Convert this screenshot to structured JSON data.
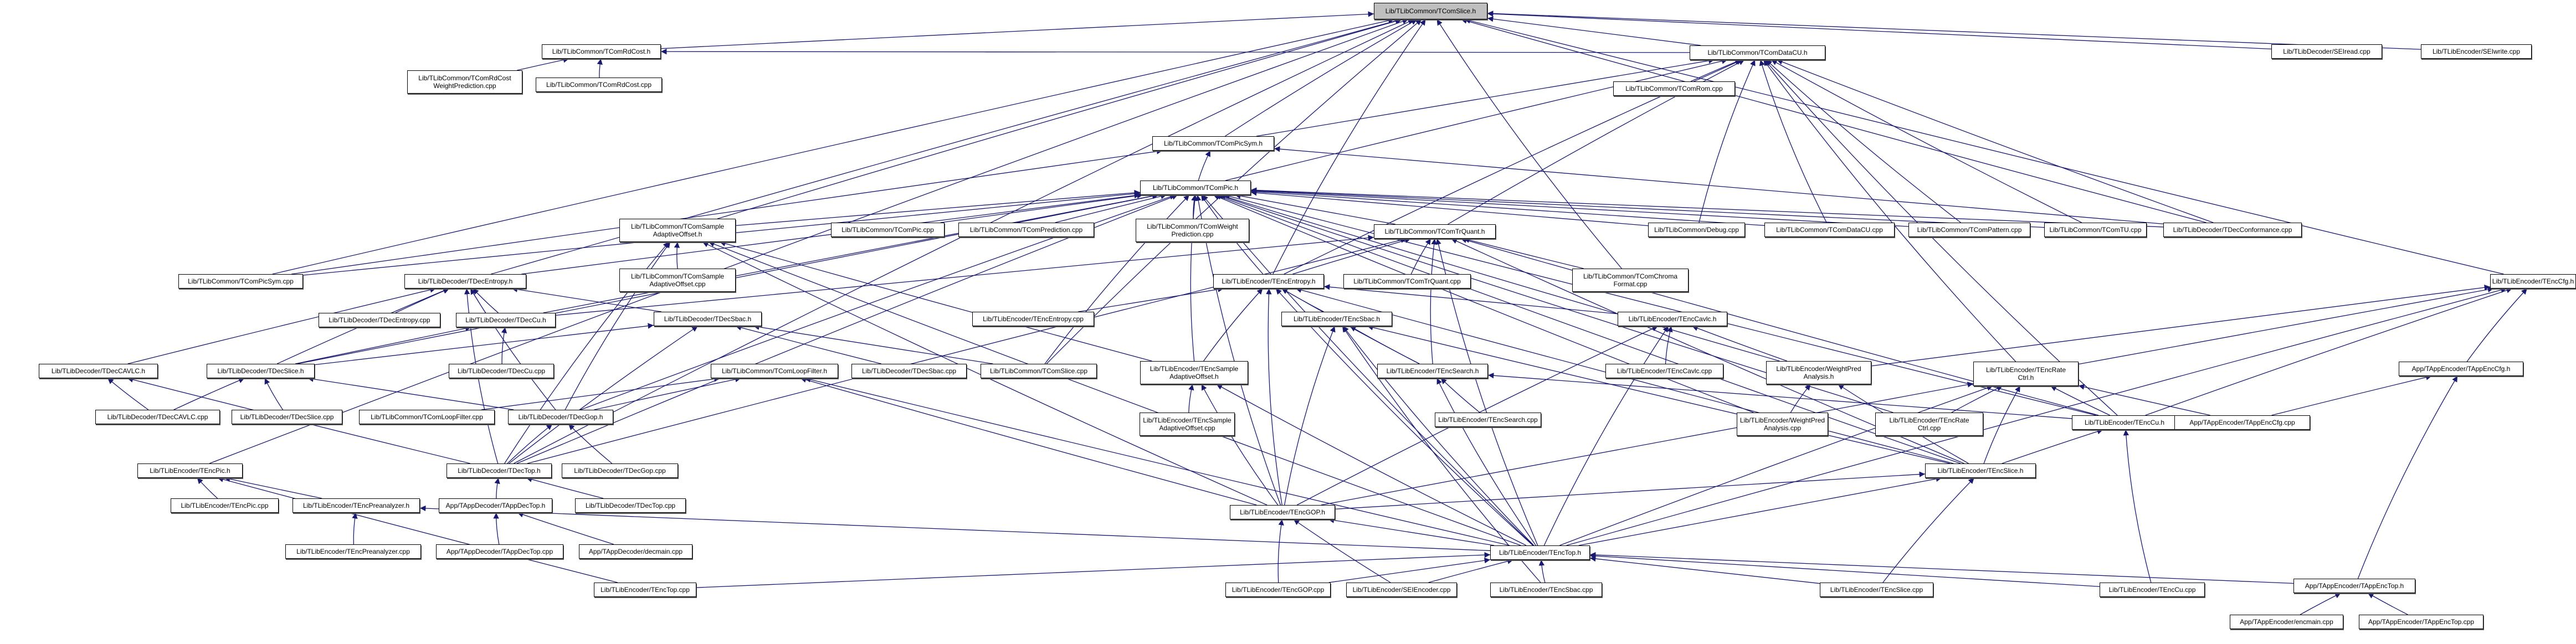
{
  "diagram": {
    "type": "include-dependency-graph",
    "edge_color": "#191970",
    "root_fill": "#bfbfbf",
    "node_fill": "#ffffff",
    "root": "Lib/TLibCommon/TComSlice.h",
    "nodes": [
      {
        "id": "n0",
        "label": "Lib/TLibCommon/TComSlice.h",
        "root": true
      },
      {
        "id": "n1",
        "label": "Lib/TLibCommon/TComRdCost.h"
      },
      {
        "id": "n2",
        "label": "Lib/TLibCommon/TComRdCost\nWeightPrediction.cpp"
      },
      {
        "id": "n3",
        "label": "Lib/TLibCommon/TComRdCost.cpp"
      },
      {
        "id": "n4",
        "label": "Lib/TLibDecoder/SEIread.cpp"
      },
      {
        "id": "n5",
        "label": "Lib/TLibEncoder/SEIwrite.cpp"
      },
      {
        "id": "n6",
        "label": "Lib/TLibCommon/TComDataCU.h"
      },
      {
        "id": "n7",
        "label": "Lib/TLibCommon/TComRom.cpp"
      },
      {
        "id": "n8",
        "label": "Lib/TLibCommon/TComPicSym.h"
      },
      {
        "id": "n9",
        "label": "Lib/TLibCommon/TComPic.h"
      },
      {
        "id": "n10",
        "label": "Lib/TLibCommon/TComSample\nAdaptiveOffset.h"
      },
      {
        "id": "n11",
        "label": "Lib/TLibCommon/TComPic.cpp"
      },
      {
        "id": "n12",
        "label": "Lib/TLibCommon/TComPrediction.cpp"
      },
      {
        "id": "n13",
        "label": "Lib/TLibCommon/TComWeight\nPrediction.cpp"
      },
      {
        "id": "n14",
        "label": "Lib/TLibCommon/TComTrQuant.h"
      },
      {
        "id": "n15",
        "label": "Lib/TLibCommon/Debug.cpp"
      },
      {
        "id": "n16",
        "label": "Lib/TLibCommon/TComDataCU.cpp"
      },
      {
        "id": "n17",
        "label": "Lib/TLibCommon/TComPattern.cpp"
      },
      {
        "id": "n18",
        "label": "Lib/TLibCommon/TComTU.cpp"
      },
      {
        "id": "n19",
        "label": "Lib/TLibDecoder/TDecConformance.cpp"
      },
      {
        "id": "n20",
        "label": "Lib/TLibCommon/TComPicSym.cpp"
      },
      {
        "id": "n21",
        "label": "Lib/TLibDecoder/TDecEntropy.h"
      },
      {
        "id": "n22",
        "label": "Lib/TLibCommon/TComSample\nAdaptiveOffset.cpp"
      },
      {
        "id": "n23",
        "label": "Lib/TLibEncoder/TEncEntropy.h"
      },
      {
        "id": "n24",
        "label": "Lib/TLibCommon/TComTrQuant.cpp"
      },
      {
        "id": "n25",
        "label": "Lib/TLibCommon/TComChroma\nFormat.cpp"
      },
      {
        "id": "n26",
        "label": "Lib/TLibEncoder/TEncCfg.h"
      },
      {
        "id": "n27",
        "label": "Lib/TLibDecoder/TDecEntropy.cpp"
      },
      {
        "id": "n28",
        "label": "Lib/TLibDecoder/TDecCu.h"
      },
      {
        "id": "n29",
        "label": "Lib/TLibDecoder/TDecSbac.h"
      },
      {
        "id": "n30",
        "label": "Lib/TLibEncoder/TEncEntropy.cpp"
      },
      {
        "id": "n31",
        "label": "Lib/TLibEncoder/TEncSbac.h"
      },
      {
        "id": "n32",
        "label": "Lib/TLibEncoder/TEncCavlc.h"
      },
      {
        "id": "n33",
        "label": "Lib/TLibEncoder/TEncRate\nCtrl.h"
      },
      {
        "id": "n34",
        "label": "App/TAppEncoder/TAppEncCfg.h"
      },
      {
        "id": "n35",
        "label": "Lib/TLibDecoder/TDecCAVLC.h"
      },
      {
        "id": "n36",
        "label": "Lib/TLibDecoder/TDecSlice.h"
      },
      {
        "id": "n37",
        "label": "Lib/TLibDecoder/TDecCu.cpp"
      },
      {
        "id": "n38",
        "label": "Lib/TLibCommon/TComLoopFilter.h"
      },
      {
        "id": "n39",
        "label": "Lib/TLibDecoder/TDecSbac.cpp"
      },
      {
        "id": "n40",
        "label": "Lib/TLibCommon/TComSlice.cpp"
      },
      {
        "id": "n41",
        "label": "Lib/TLibEncoder/TEncSample\nAdaptiveOffset.h"
      },
      {
        "id": "n42",
        "label": "Lib/TLibEncoder/TEncSearch.h"
      },
      {
        "id": "n43",
        "label": "Lib/TLibEncoder/TEncCavlc.cpp"
      },
      {
        "id": "n44",
        "label": "Lib/TLibEncoder/WeightPred\nAnalysis.h"
      },
      {
        "id": "n45",
        "label": "Lib/TLibDecoder/TDecCAVLC.cpp"
      },
      {
        "id": "n46",
        "label": "Lib/TLibDecoder/TDecSlice.cpp"
      },
      {
        "id": "n47",
        "label": "Lib/TLibCommon/TComLoopFilter.cpp"
      },
      {
        "id": "n48",
        "label": "Lib/TLibDecoder/TDecGop.h"
      },
      {
        "id": "n49",
        "label": "Lib/TLibEncoder/TEncSample\nAdaptiveOffset.cpp"
      },
      {
        "id": "n50",
        "label": "Lib/TLibEncoder/TEncSearch.cpp"
      },
      {
        "id": "n51",
        "label": "Lib/TLibEncoder/WeightPred\nAnalysis.cpp"
      },
      {
        "id": "n52",
        "label": "Lib/TLibEncoder/TEncRate\nCtrl.cpp"
      },
      {
        "id": "n53",
        "label": "Lib/TLibEncoder/TEncCu.h"
      },
      {
        "id": "n54",
        "label": "App/TAppEncoder/TAppEncCfg.cpp"
      },
      {
        "id": "n55",
        "label": "Lib/TLibEncoder/TEncPic.h"
      },
      {
        "id": "n56",
        "label": "Lib/TLibDecoder/TDecTop.h"
      },
      {
        "id": "n57",
        "label": "Lib/TLibDecoder/TDecGop.cpp"
      },
      {
        "id": "n58",
        "label": "Lib/TLibEncoder/TEncSlice.h"
      },
      {
        "id": "n59",
        "label": "Lib/TLibEncoder/TEncPic.cpp"
      },
      {
        "id": "n60",
        "label": "Lib/TLibEncoder/TEncPreanalyzer.h"
      },
      {
        "id": "n61",
        "label": "App/TAppDecoder/TAppDecTop.h"
      },
      {
        "id": "n62",
        "label": "Lib/TLibDecoder/TDecTop.cpp"
      },
      {
        "id": "n63",
        "label": "Lib/TLibEncoder/TEncGOP.h"
      },
      {
        "id": "n64",
        "label": "Lib/TLibEncoder/TEncPreanalyzer.cpp"
      },
      {
        "id": "n65",
        "label": "App/TAppDecoder/TAppDecTop.cpp"
      },
      {
        "id": "n66",
        "label": "App/TAppDecoder/decmain.cpp"
      },
      {
        "id": "n67",
        "label": "Lib/TLibEncoder/TEncTop.h"
      },
      {
        "id": "n68",
        "label": "Lib/TLibEncoder/TEncTop.cpp"
      },
      {
        "id": "n69",
        "label": "Lib/TLibEncoder/TEncGOP.cpp"
      },
      {
        "id": "n70",
        "label": "Lib/TLibEncoder/SEIEncoder.cpp"
      },
      {
        "id": "n71",
        "label": "Lib/TLibEncoder/TEncSbac.cpp"
      },
      {
        "id": "n72",
        "label": "Lib/TLibEncoder/TEncSlice.cpp"
      },
      {
        "id": "n73",
        "label": "Lib/TLibEncoder/TEncCu.cpp"
      },
      {
        "id": "n74",
        "label": "App/TAppEncoder/TAppEncTop.h"
      },
      {
        "id": "n75",
        "label": "App/TAppEncoder/encmain.cpp"
      },
      {
        "id": "n76",
        "label": "App/TAppEncoder/TAppEncTop.cpp"
      }
    ],
    "edges": [
      [
        "n1",
        "n0"
      ],
      [
        "n4",
        "n0"
      ],
      [
        "n5",
        "n0"
      ],
      [
        "n6",
        "n0"
      ],
      [
        "n8",
        "n0"
      ],
      [
        "n23",
        "n0"
      ],
      [
        "n26",
        "n0"
      ],
      [
        "n19",
        "n0"
      ],
      [
        "n20",
        "n0"
      ],
      [
        "n21",
        "n0"
      ],
      [
        "n40",
        "n0"
      ],
      [
        "n56",
        "n0"
      ],
      [
        "n55",
        "n0"
      ],
      [
        "n25",
        "n0"
      ],
      [
        "n10",
        "n0"
      ],
      [
        "n2",
        "n1"
      ],
      [
        "n3",
        "n1"
      ],
      [
        "n6",
        "n1"
      ],
      [
        "n7",
        "n6"
      ],
      [
        "n8",
        "n6"
      ],
      [
        "n9",
        "n6"
      ],
      [
        "n14",
        "n6"
      ],
      [
        "n15",
        "n6"
      ],
      [
        "n16",
        "n6"
      ],
      [
        "n17",
        "n6"
      ],
      [
        "n18",
        "n6"
      ],
      [
        "n19",
        "n6"
      ],
      [
        "n23",
        "n6"
      ],
      [
        "n53",
        "n6"
      ],
      [
        "n33",
        "n6"
      ],
      [
        "n9",
        "n8"
      ],
      [
        "n20",
        "n8"
      ],
      [
        "n19",
        "n8"
      ],
      [
        "n10",
        "n9"
      ],
      [
        "n11",
        "n9"
      ],
      [
        "n12",
        "n9"
      ],
      [
        "n13",
        "n9"
      ],
      [
        "n14",
        "n9"
      ],
      [
        "n15",
        "n9"
      ],
      [
        "n16",
        "n9"
      ],
      [
        "n17",
        "n9"
      ],
      [
        "n18",
        "n9"
      ],
      [
        "n19",
        "n9"
      ],
      [
        "n20",
        "n9"
      ],
      [
        "n21",
        "n9"
      ],
      [
        "n23",
        "n9"
      ],
      [
        "n28",
        "n9"
      ],
      [
        "n36",
        "n9"
      ],
      [
        "n48",
        "n9"
      ],
      [
        "n56",
        "n9"
      ],
      [
        "n41",
        "n9"
      ],
      [
        "n44",
        "n9"
      ],
      [
        "n53",
        "n9"
      ],
      [
        "n58",
        "n9"
      ],
      [
        "n63",
        "n9"
      ],
      [
        "n67",
        "n9"
      ],
      [
        "n40",
        "n9"
      ],
      [
        "n51",
        "n9"
      ],
      [
        "n52",
        "n9"
      ],
      [
        "n22",
        "n10"
      ],
      [
        "n41",
        "n10"
      ],
      [
        "n48",
        "n10"
      ],
      [
        "n56",
        "n10"
      ],
      [
        "n63",
        "n10"
      ],
      [
        "n67",
        "n10"
      ],
      [
        "n23",
        "n14"
      ],
      [
        "n24",
        "n14"
      ],
      [
        "n25",
        "n14"
      ],
      [
        "n42",
        "n14"
      ],
      [
        "n53",
        "n14"
      ],
      [
        "n58",
        "n14"
      ],
      [
        "n67",
        "n14"
      ],
      [
        "n56",
        "n14"
      ],
      [
        "n28",
        "n14"
      ],
      [
        "n27",
        "n21"
      ],
      [
        "n28",
        "n21"
      ],
      [
        "n29",
        "n21"
      ],
      [
        "n35",
        "n21"
      ],
      [
        "n36",
        "n21"
      ],
      [
        "n48",
        "n21"
      ],
      [
        "n56",
        "n21"
      ],
      [
        "n30",
        "n23"
      ],
      [
        "n31",
        "n23"
      ],
      [
        "n32",
        "n23"
      ],
      [
        "n41",
        "n23"
      ],
      [
        "n42",
        "n23"
      ],
      [
        "n63",
        "n23"
      ],
      [
        "n67",
        "n23"
      ],
      [
        "n58",
        "n23"
      ],
      [
        "n33",
        "n26"
      ],
      [
        "n34",
        "n26"
      ],
      [
        "n67",
        "n26"
      ],
      [
        "n53",
        "n26"
      ],
      [
        "n44",
        "n26"
      ],
      [
        "n37",
        "n28"
      ],
      [
        "n36",
        "n28"
      ],
      [
        "n39",
        "n29"
      ],
      [
        "n40",
        "n29"
      ],
      [
        "n36",
        "n29"
      ],
      [
        "n56",
        "n29"
      ],
      [
        "n42",
        "n31"
      ],
      [
        "n71",
        "n31"
      ],
      [
        "n63",
        "n31"
      ],
      [
        "n67",
        "n31"
      ],
      [
        "n58",
        "n31"
      ],
      [
        "n43",
        "n32"
      ],
      [
        "n44",
        "n32"
      ],
      [
        "n63",
        "n32"
      ],
      [
        "n67",
        "n32"
      ],
      [
        "n52",
        "n33"
      ],
      [
        "n53",
        "n33"
      ],
      [
        "n54",
        "n33"
      ],
      [
        "n58",
        "n33"
      ],
      [
        "n63",
        "n33"
      ],
      [
        "n67",
        "n33"
      ],
      [
        "n54",
        "n34"
      ],
      [
        "n74",
        "n34"
      ],
      [
        "n45",
        "n35"
      ],
      [
        "n56",
        "n35"
      ],
      [
        "n45",
        "n36"
      ],
      [
        "n46",
        "n36"
      ],
      [
        "n48",
        "n36"
      ],
      [
        "n47",
        "n38"
      ],
      [
        "n48",
        "n38"
      ],
      [
        "n63",
        "n38"
      ],
      [
        "n67",
        "n38"
      ],
      [
        "n49",
        "n41"
      ],
      [
        "n63",
        "n41"
      ],
      [
        "n67",
        "n41"
      ],
      [
        "n50",
        "n42"
      ],
      [
        "n53",
        "n42"
      ],
      [
        "n67",
        "n42"
      ],
      [
        "n51",
        "n44"
      ],
      [
        "n58",
        "n44"
      ],
      [
        "n56",
        "n48"
      ],
      [
        "n57",
        "n48"
      ],
      [
        "n58",
        "n53"
      ],
      [
        "n73",
        "n53"
      ],
      [
        "n59",
        "n55"
      ],
      [
        "n60",
        "n55"
      ],
      [
        "n68",
        "n55"
      ],
      [
        "n61",
        "n56"
      ],
      [
        "n62",
        "n56"
      ],
      [
        "n63",
        "n58"
      ],
      [
        "n67",
        "n58"
      ],
      [
        "n72",
        "n58"
      ],
      [
        "n64",
        "n60"
      ],
      [
        "n67",
        "n60"
      ],
      [
        "n65",
        "n61"
      ],
      [
        "n66",
        "n61"
      ],
      [
        "n67",
        "n63"
      ],
      [
        "n69",
        "n63"
      ],
      [
        "n70",
        "n63"
      ],
      [
        "n68",
        "n67"
      ],
      [
        "n69",
        "n67"
      ],
      [
        "n70",
        "n67"
      ],
      [
        "n71",
        "n67"
      ],
      [
        "n72",
        "n67"
      ],
      [
        "n73",
        "n67"
      ],
      [
        "n74",
        "n67"
      ],
      [
        "n75",
        "n74"
      ],
      [
        "n76",
        "n74"
      ]
    ]
  }
}
